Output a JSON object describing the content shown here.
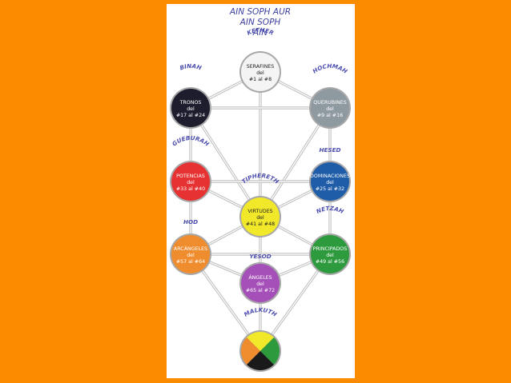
{
  "header": {
    "line1": "AIN SOPH AUR",
    "line2": "AIN SOPH",
    "line3": "AIN"
  },
  "colors": {
    "background": "#fb8c00",
    "panel": "#ffffff",
    "name_label": "#4d4fb0",
    "connector": "#c2c2c2"
  },
  "sefirot": [
    {
      "key": "kether",
      "name": "KETHER",
      "line1": "SERAFINES",
      "line2": "del",
      "line3": "#1 al #8",
      "color": "#f4f4f4",
      "text_color": "#222222"
    },
    {
      "key": "binah",
      "name": "BINAH",
      "line1": "TRONOS",
      "line2": "del",
      "line3": "#17 al #24",
      "color": "#1d1d2e",
      "text_color": "#ffffff"
    },
    {
      "key": "hochmah",
      "name": "HOCHMAH",
      "line1": "QUERUBINES",
      "line2": "del",
      "line3": "#9 al #16",
      "color": "#8f9aa0",
      "text_color": "#ffffff"
    },
    {
      "key": "gueburah",
      "name": "GUEBURAH",
      "line1": "POTENCIAS",
      "line2": "del",
      "line3": "#33 al #40",
      "color": "#e63232",
      "text_color": "#ffffff"
    },
    {
      "key": "hesed",
      "name": "HESED",
      "line1": "DOMINACIONES",
      "line2": "del",
      "line3": "#25 al #32",
      "color": "#1f5da8",
      "text_color": "#ffffff"
    },
    {
      "key": "tiphereth",
      "name": "TIPHERETH",
      "line1": "VIRTUDES",
      "line2": "del",
      "line3": "#41 al #48",
      "color": "#f2e82a",
      "text_color": "#222222"
    },
    {
      "key": "hod",
      "name": "HOD",
      "line1": "ARCÁNGELES",
      "line2": "del",
      "line3": "#57 al #64",
      "color": "#ef8c2e",
      "text_color": "#ffffff"
    },
    {
      "key": "netzah",
      "name": "NETZAH",
      "line1": "PRINCIPADOS",
      "line2": "del",
      "line3": "#49 al #56",
      "color": "#2e9a3e",
      "text_color": "#ffffff"
    },
    {
      "key": "yesod",
      "name": "YESOD",
      "line1": "ÁNGELES",
      "line2": "del",
      "line3": "#65 al #72",
      "color": "#a54fb8",
      "text_color": "#ffffff"
    },
    {
      "key": "malkuth",
      "name": "MALKUTH",
      "line1": "",
      "line2": "",
      "line3": "",
      "color": "multi",
      "text_color": "#222222"
    }
  ],
  "malkuth_quadrants": {
    "top": "#f2e82a",
    "left": "#ef8c2e",
    "right": "#2e9a3e",
    "bottom": "#1a1a1a"
  },
  "paths": [
    [
      "kether",
      "binah"
    ],
    [
      "kether",
      "hochmah"
    ],
    [
      "kether",
      "tiphereth"
    ],
    [
      "binah",
      "hochmah"
    ],
    [
      "binah",
      "gueburah"
    ],
    [
      "binah",
      "tiphereth"
    ],
    [
      "hochmah",
      "hesed"
    ],
    [
      "hochmah",
      "tiphereth"
    ],
    [
      "gueburah",
      "hesed"
    ],
    [
      "gueburah",
      "tiphereth"
    ],
    [
      "gueburah",
      "hod"
    ],
    [
      "hesed",
      "tiphereth"
    ],
    [
      "hesed",
      "netzah"
    ],
    [
      "tiphereth",
      "hod"
    ],
    [
      "tiphereth",
      "netzah"
    ],
    [
      "tiphereth",
      "yesod"
    ],
    [
      "hod",
      "netzah"
    ],
    [
      "hod",
      "yesod"
    ],
    [
      "hod",
      "malkuth"
    ],
    [
      "netzah",
      "yesod"
    ],
    [
      "netzah",
      "malkuth"
    ],
    [
      "yesod",
      "malkuth"
    ]
  ]
}
